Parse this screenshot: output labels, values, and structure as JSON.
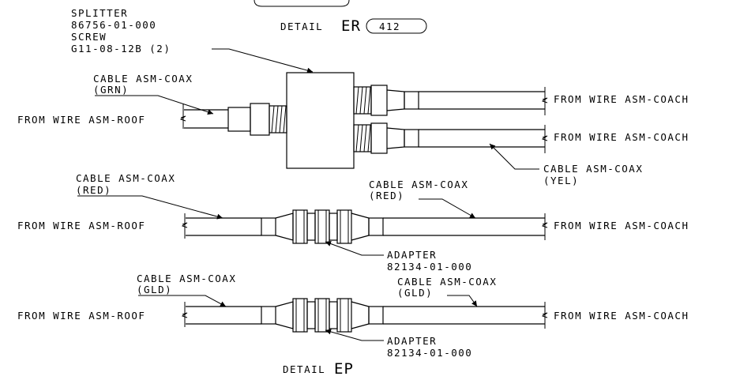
{
  "top": {
    "splitter_label": "SPLITTER",
    "splitter_part": "86756-01-000",
    "screw_label": "SCREW",
    "screw_part": "G11-08-12B (2)",
    "detail_word": "DETAIL",
    "detail_letters": "ER",
    "detail_ref": "412",
    "cable_name": "CABLE ASM-COAX",
    "cable_color_grn": "(GRN)",
    "cable_name_yel": "CABLE ASM-COAX",
    "cable_color_yel": "(YEL)",
    "from_roof": "FROM WIRE ASM-ROOF",
    "from_coach_1": "FROM WIRE ASM-COACH",
    "from_coach_2": "FROM WIRE ASM-COACH"
  },
  "middle": {
    "cable_left_name": "CABLE ASM-COAX",
    "cable_left_color": "(RED)",
    "cable_right_name": "CABLE ASM-COAX",
    "cable_right_color": "(RED)",
    "from_roof": "FROM WIRE ASM-ROOF",
    "from_coach": "FROM WIRE ASM-COACH",
    "adapter_label": "ADAPTER",
    "adapter_part": "82134-01-000"
  },
  "bottom": {
    "cable_left_name": "CABLE ASM-COAX",
    "cable_left_color": "(GLD)",
    "cable_right_name": "CABLE ASM-COAX",
    "cable_right_color": "(GLD)",
    "from_roof": "FROM WIRE ASM-ROOF",
    "from_coach": "FROM WIRE ASM-COACH",
    "adapter_label": "ADAPTER",
    "adapter_part": "82134-01-000",
    "detail_word": "DETAIL",
    "detail_letters": "EP"
  }
}
